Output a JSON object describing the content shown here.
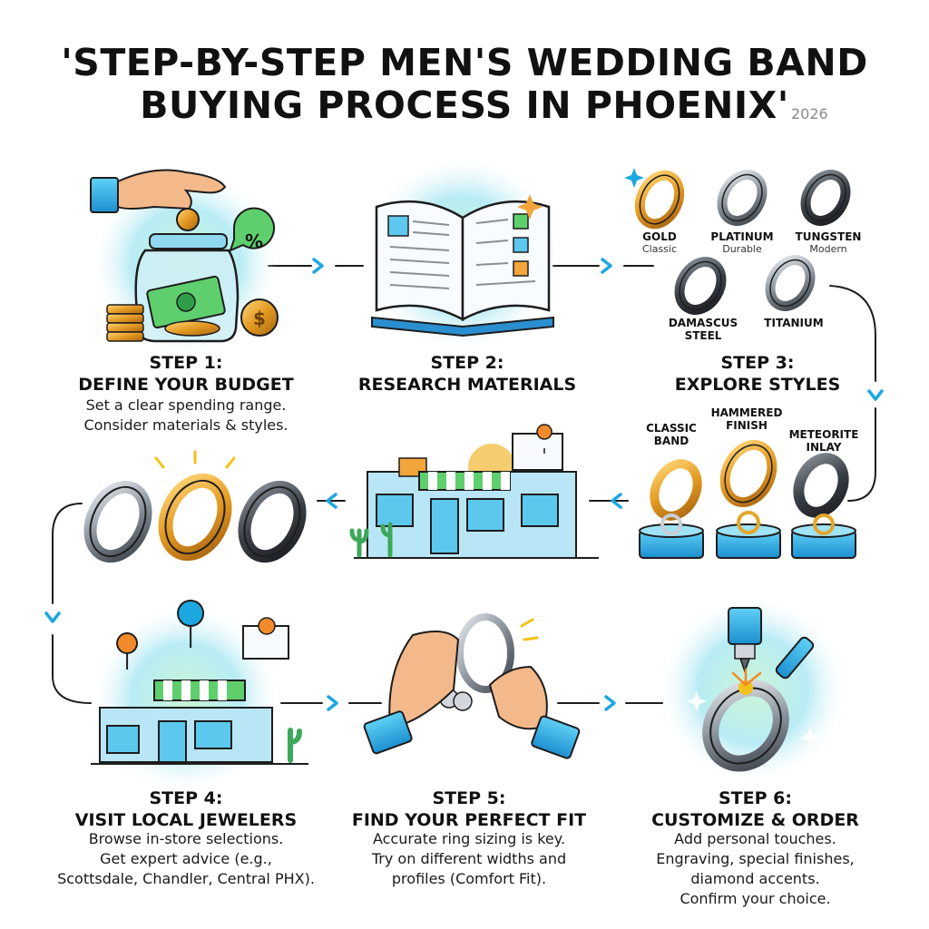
{
  "title": {
    "line1": "'STEP-BY-STEP MEN'S WEDDING BAND",
    "line2": "BUYING PROCESS IN PHOENIX'",
    "year": "2026"
  },
  "steps": [
    {
      "number": "STEP 1:",
      "title": "DEFINE YOUR BUDGET",
      "desc": [
        "Set a clear spending range.",
        "Consider materials & styles."
      ]
    },
    {
      "number": "STEP 2:",
      "title": "RESEARCH MATERIALS",
      "desc": []
    },
    {
      "number": "STEP 3:",
      "title": "EXPLORE STYLES",
      "desc": []
    },
    {
      "number": "STEP 4:",
      "title": "VISIT LOCAL JEWELERS",
      "desc": [
        "Browse in-store selections.",
        "Get expert advice (e.g.,",
        "Scottsdale, Chandler, Central PHX)."
      ]
    },
    {
      "number": "STEP 5:",
      "title": "FIND YOUR PERFECT FIT",
      "desc": [
        "Accurate ring sizing is key.",
        "Try on different widths and",
        "profiles (Comfort Fit)."
      ]
    },
    {
      "number": "STEP 6:",
      "title": "CUSTOMIZE & ORDER",
      "desc": [
        "Add personal touches.",
        "Engraving, special finishes,",
        "diamond accents.",
        "Confirm your choice."
      ]
    }
  ],
  "materials": [
    {
      "name": "GOLD",
      "note": "Classic",
      "color": "#e3a62a"
    },
    {
      "name": "PLATINUM",
      "note": "Durable",
      "color": "#c9ced6"
    },
    {
      "name": "TUNGSTEN",
      "note": "Modern",
      "color": "#4a5058"
    },
    {
      "name": "DAMASCUS STEEL",
      "note": "",
      "color": "#5b6068"
    },
    {
      "name": "TITANIUM",
      "note": "",
      "color": "#7c838c"
    }
  ],
  "styles": [
    {
      "name": "CLASSIC BAND"
    },
    {
      "name": "HAMMERED FINISH"
    },
    {
      "name": "METEORITE INLAY"
    }
  ],
  "icons": {
    "percent": "%",
    "dollar": "$"
  },
  "colors": {
    "accent": "#1da7e0",
    "glow": "#9eeab8",
    "gold": "#e8a82c",
    "steel": "#5c636c",
    "skin": "#f4b98a"
  }
}
